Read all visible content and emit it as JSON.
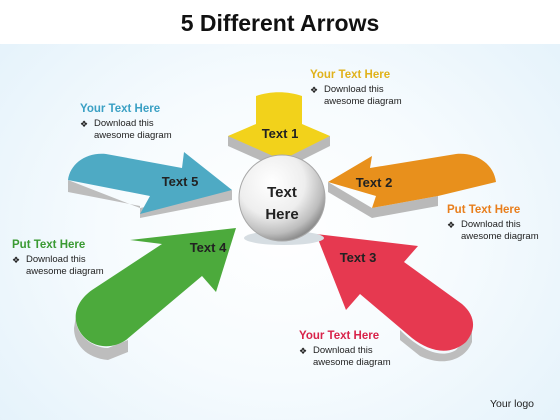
{
  "title": "5 Different Arrows",
  "center": {
    "line1": "Text",
    "line2": "Here"
  },
  "arrows": [
    {
      "label": "Text 1",
      "color": "#f2d21b"
    },
    {
      "label": "Text 2",
      "color": "#e8901c"
    },
    {
      "label": "Text 3",
      "color": "#e63950"
    },
    {
      "label": "Text 4",
      "color": "#4caa3c"
    },
    {
      "label": "Text 5",
      "color": "#4eaac4"
    }
  ],
  "callouts": [
    {
      "heading": "Your Text Here",
      "color": "#e0b21c",
      "bullet": "❖",
      "body": "Download this awesome diagram"
    },
    {
      "heading": "Put Text Here",
      "color": "#e87e1c",
      "bullet": "❖",
      "body": "Download this awesome diagram"
    },
    {
      "heading": "Your Text Here",
      "color": "#d8234a",
      "bullet": "❖",
      "body": "Download this awesome diagram"
    },
    {
      "heading": "Put Text Here",
      "color": "#3a9a32",
      "bullet": "❖",
      "body": "Download this awesome diagram"
    },
    {
      "heading": "Your Text Here",
      "color": "#3aa0c4",
      "bullet": "❖",
      "body": "Download this awesome diagram"
    }
  ],
  "logo": "Your logo"
}
